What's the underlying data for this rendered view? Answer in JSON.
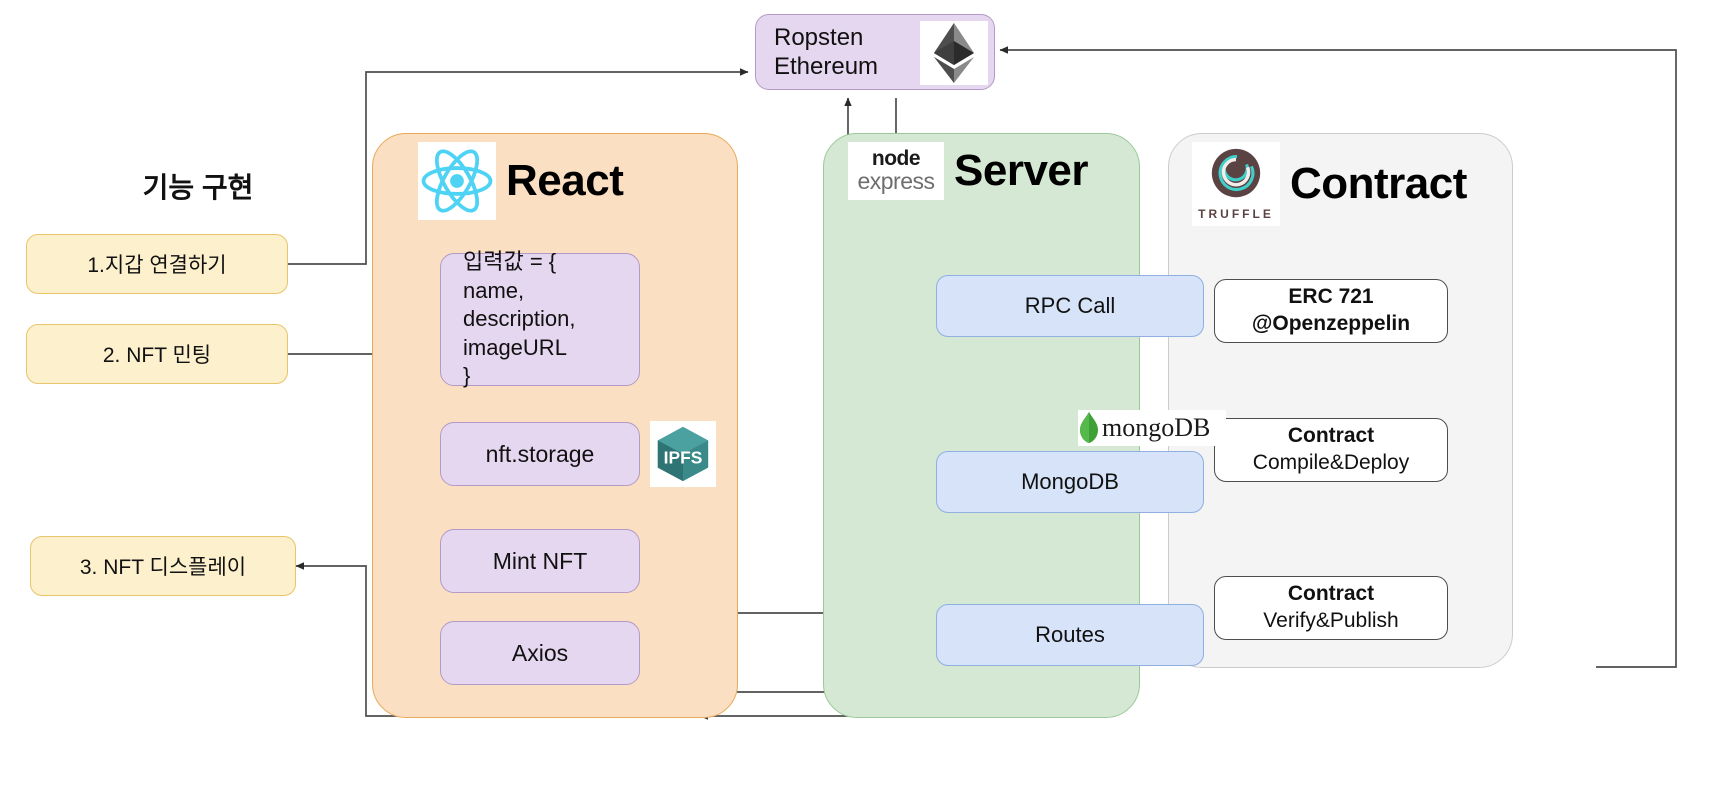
{
  "diagram": {
    "title_left": "기능 구현",
    "network_node": {
      "label": "Ropsten\nEthereum",
      "logo": "ethereum-logo"
    },
    "features": [
      {
        "label": "1.지갑 연결하기"
      },
      {
        "label": "2. NFT 민팅"
      },
      {
        "label": "3. NFT 디스플레이"
      }
    ],
    "panels": [
      {
        "id": "react",
        "title": "React",
        "logo": "react-logo",
        "color": "#fbdfc2",
        "border": "#e8a95a",
        "nodes": [
          {
            "id": "input-object",
            "label": "입력값 = {\n  name,\n  description,\n  imageURL\n}"
          },
          {
            "id": "nft-storage",
            "label": "nft.storage"
          },
          {
            "id": "mint-nft",
            "label": "Mint NFT"
          },
          {
            "id": "axios",
            "label": "Axios"
          }
        ],
        "side_logo": {
          "id": "ipfs-logo",
          "label": "IPFS"
        }
      },
      {
        "id": "server",
        "title": "Server",
        "logo": "node-express-logo",
        "logo_text_top": "node",
        "logo_text_bottom": "express",
        "color": "#d5e8d4",
        "border": "#9cc99a",
        "nodes": [
          {
            "id": "rpc-call",
            "label": "RPC Call"
          },
          {
            "id": "mongodb",
            "label": "MongoDB"
          },
          {
            "id": "routes",
            "label": "Routes"
          }
        ],
        "side_logo": {
          "id": "mongodb-logo",
          "label": "mongoDB"
        }
      },
      {
        "id": "contract",
        "title": "Contract",
        "logo": "truffle-logo",
        "logo_label": "TRUFFLE",
        "color": "#f4f4f4",
        "border": "#cccccc",
        "nodes": [
          {
            "id": "erc721",
            "line1": "ERC 721",
            "line2": "@Openzeppelin"
          },
          {
            "id": "contract-compile",
            "line1": "Contract",
            "line2": "Compile&Deploy"
          },
          {
            "id": "contract-verify",
            "line1": "Contract",
            "line2": "Verify&Publish"
          }
        ]
      }
    ],
    "colors": {
      "react_panel": "#fbdfc2",
      "server_panel": "#d5e8d4",
      "contract_panel": "#f4f4f4",
      "yellow_box": "#fdf0cd",
      "purple_box": "#ddd0e8",
      "blue_box": "#d6e3f8",
      "connector": "#4d4d4d"
    }
  }
}
